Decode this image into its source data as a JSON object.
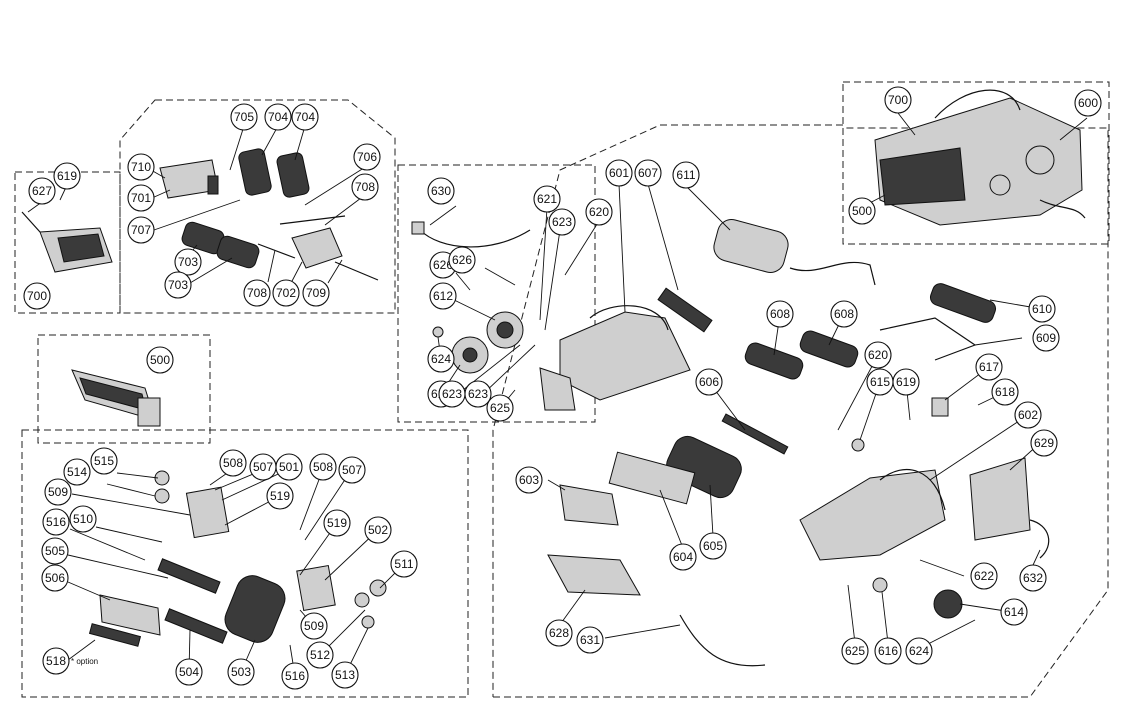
{
  "diagram": {
    "callouts": [
      {
        "id": "c705a",
        "label": "705"
      },
      {
        "id": "c704a",
        "label": "704"
      },
      {
        "id": "c704b",
        "label": "704"
      },
      {
        "id": "c706",
        "label": "706"
      },
      {
        "id": "c708a",
        "label": "708"
      },
      {
        "id": "c710",
        "label": "710"
      },
      {
        "id": "c701",
        "label": "701"
      },
      {
        "id": "c707",
        "label": "707"
      },
      {
        "id": "c703a",
        "label": "703"
      },
      {
        "id": "c703b",
        "label": "703"
      },
      {
        "id": "c708b",
        "label": "708"
      },
      {
        "id": "c702",
        "label": "702"
      },
      {
        "id": "c709",
        "label": "709"
      },
      {
        "id": "c619a",
        "label": "619"
      },
      {
        "id": "c627",
        "label": "627"
      },
      {
        "id": "c700a",
        "label": "700"
      },
      {
        "id": "c500a",
        "label": "500"
      },
      {
        "id": "c630",
        "label": "630"
      },
      {
        "id": "c621",
        "label": "621"
      },
      {
        "id": "c623a",
        "label": "623"
      },
      {
        "id": "c620a",
        "label": "620"
      },
      {
        "id": "c601",
        "label": "601"
      },
      {
        "id": "c607",
        "label": "607"
      },
      {
        "id": "c611",
        "label": "611"
      },
      {
        "id": "c626a",
        "label": "626"
      },
      {
        "id": "c626b",
        "label": "626"
      },
      {
        "id": "c612",
        "label": "612"
      },
      {
        "id": "c624a",
        "label": "624"
      },
      {
        "id": "c613",
        "label": "613"
      },
      {
        "id": "c623b",
        "label": "623"
      },
      {
        "id": "c623c",
        "label": "623"
      },
      {
        "id": "c625a",
        "label": "625"
      },
      {
        "id": "c608a",
        "label": "608"
      },
      {
        "id": "c608b",
        "label": "608"
      },
      {
        "id": "c610",
        "label": "610"
      },
      {
        "id": "c609",
        "label": "609"
      },
      {
        "id": "c620b",
        "label": "620"
      },
      {
        "id": "c615",
        "label": "615"
      },
      {
        "id": "c619b",
        "label": "619"
      },
      {
        "id": "c617",
        "label": "617"
      },
      {
        "id": "c618",
        "label": "618"
      },
      {
        "id": "c606",
        "label": "606"
      },
      {
        "id": "c602",
        "label": "602"
      },
      {
        "id": "c629",
        "label": "629"
      },
      {
        "id": "c603",
        "label": "603"
      },
      {
        "id": "c604",
        "label": "604"
      },
      {
        "id": "c605",
        "label": "605"
      },
      {
        "id": "c622",
        "label": "622"
      },
      {
        "id": "c632",
        "label": "632"
      },
      {
        "id": "c614",
        "label": "614"
      },
      {
        "id": "c628",
        "label": "628"
      },
      {
        "id": "c631",
        "label": "631"
      },
      {
        "id": "c625b",
        "label": "625"
      },
      {
        "id": "c616",
        "label": "616"
      },
      {
        "id": "c624b",
        "label": "624"
      },
      {
        "id": "c700b",
        "label": "700"
      },
      {
        "id": "c600",
        "label": "600"
      },
      {
        "id": "c500b",
        "label": "500"
      },
      {
        "id": "c515",
        "label": "515"
      },
      {
        "id": "c508a",
        "label": "508"
      },
      {
        "id": "c507a",
        "label": "507"
      },
      {
        "id": "c501",
        "label": "501"
      },
      {
        "id": "c508b",
        "label": "508"
      },
      {
        "id": "c507b",
        "label": "507"
      },
      {
        "id": "c514",
        "label": "514"
      },
      {
        "id": "c509a",
        "label": "509"
      },
      {
        "id": "c519a",
        "label": "519"
      },
      {
        "id": "c516a",
        "label": "516"
      },
      {
        "id": "c510",
        "label": "510"
      },
      {
        "id": "c519b",
        "label": "519"
      },
      {
        "id": "c502",
        "label": "502"
      },
      {
        "id": "c505",
        "label": "505"
      },
      {
        "id": "c511",
        "label": "511"
      },
      {
        "id": "c506",
        "label": "506"
      },
      {
        "id": "c509b",
        "label": "509"
      },
      {
        "id": "c512",
        "label": "512"
      },
      {
        "id": "c518",
        "label": "518"
      },
      {
        "id": "c504",
        "label": "504"
      },
      {
        "id": "c503",
        "label": "503"
      },
      {
        "id": "c516b",
        "label": "516"
      },
      {
        "id": "c513",
        "label": "513"
      }
    ],
    "option_note": "* option"
  }
}
